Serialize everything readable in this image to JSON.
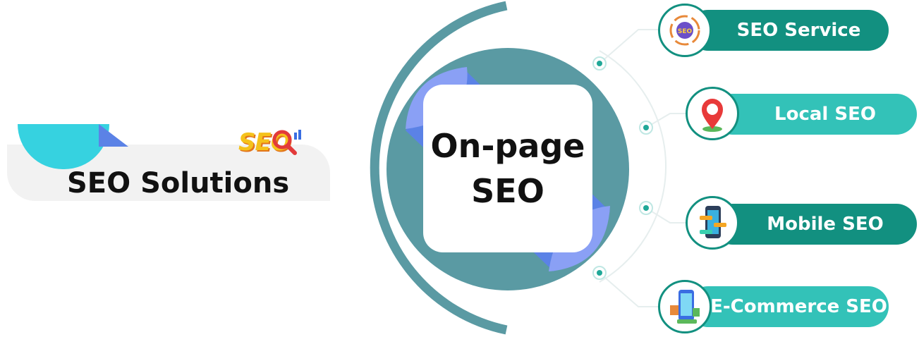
{
  "left": {
    "title": "SEO Solutions",
    "logo_text": "SEO"
  },
  "center": {
    "line1": "On-page",
    "line2": "SEO"
  },
  "items": [
    {
      "label": "SEO Service",
      "icon": "seo-gear-icon"
    },
    {
      "label": "Local SEO",
      "icon": "map-pin-icon"
    },
    {
      "label": "Mobile SEO",
      "icon": "mobile-phone-icon"
    },
    {
      "label": "E-Commerce SEO",
      "icon": "shopping-phone-icon"
    }
  ],
  "colors": {
    "teal_dark": "#129080",
    "teal_light": "#33c2b8",
    "ring": "#5a9aa3",
    "accent_blue": "#5b82e6",
    "accent_periwinkle": "#8aa0f5",
    "cyan": "#36d2e0"
  }
}
